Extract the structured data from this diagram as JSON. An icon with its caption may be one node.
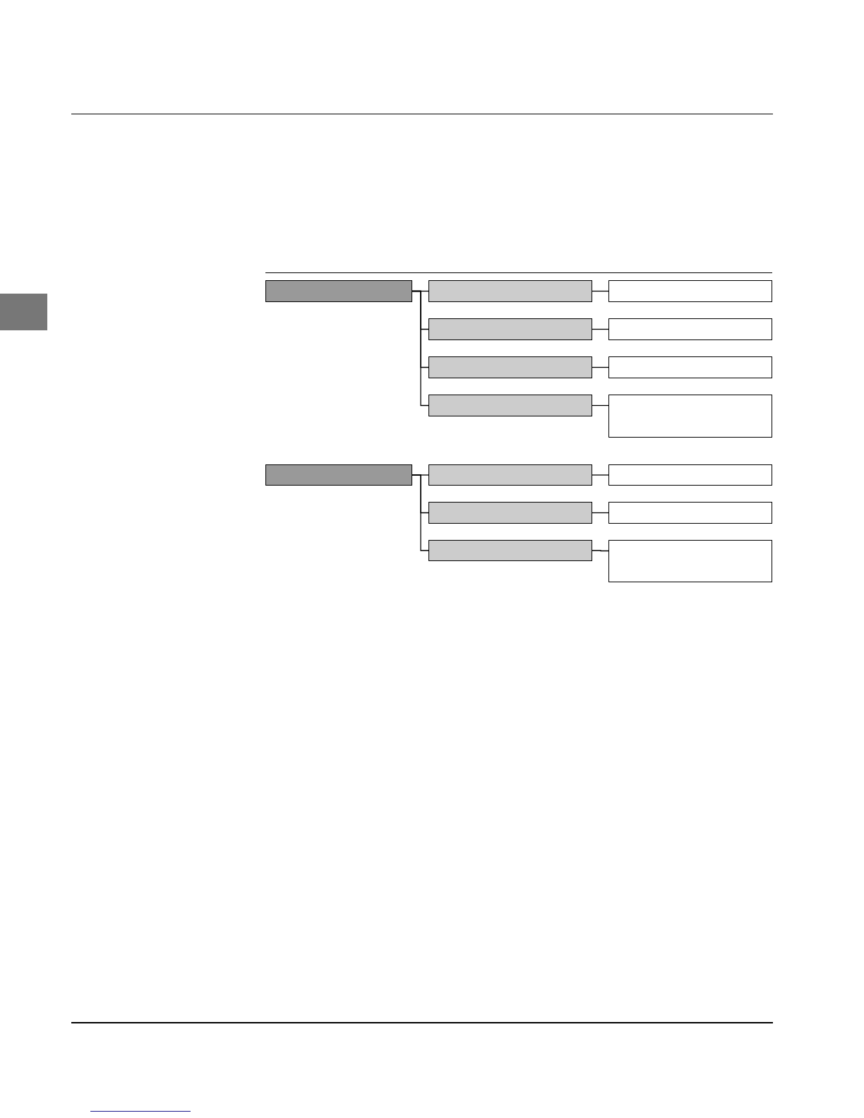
{
  "diagram": {
    "nodes": [
      {
        "text": [],
        "shape": "box"
      },
      {
        "text": [],
        "shape": "box"
      },
      {
        "text": [],
        "shape": "box"
      },
      {
        "text": [],
        "shape": "box"
      },
      {
        "text": [],
        "shape": "box"
      },
      {
        "text": [],
        "shape": "box"
      },
      {
        "text": [],
        "shape": "box"
      },
      {
        "text": [],
        "shape": "box"
      },
      {
        "text": [],
        "shape": "box"
      },
      {
        "text": [],
        "shape": "box"
      },
      {
        "text": [],
        "shape": "box"
      },
      {
        "text": [],
        "shape": "box"
      },
      {
        "text": [],
        "shape": "box"
      },
      {
        "text": [],
        "shape": "box"
      },
      {
        "text": [],
        "shape": "box"
      },
      {
        "text": [],
        "shape": "box"
      }
    ],
    "edges": [
      {
        "from": 0,
        "to": 1,
        "arrow": "none"
      },
      {
        "from": 1,
        "to": 2,
        "arrow": "none"
      },
      {
        "from": 0,
        "to": 3,
        "arrow": "none"
      },
      {
        "from": 3,
        "to": 4,
        "arrow": "none"
      },
      {
        "from": 0,
        "to": 5,
        "arrow": "none"
      },
      {
        "from": 5,
        "to": 6,
        "arrow": "none"
      },
      {
        "from": 0,
        "to": 7,
        "arrow": "none"
      },
      {
        "from": 7,
        "to": 8,
        "arrow": "none"
      },
      {
        "from": 9,
        "to": 10,
        "arrow": "none"
      },
      {
        "from": 10,
        "to": 11,
        "arrow": "none"
      },
      {
        "from": 9,
        "to": 12,
        "arrow": "none"
      },
      {
        "from": 12,
        "to": 13,
        "arrow": "none"
      },
      {
        "from": 9,
        "to": 14,
        "arrow": "none"
      },
      {
        "from": 14,
        "to": 15,
        "arrow": "none"
      }
    ]
  }
}
